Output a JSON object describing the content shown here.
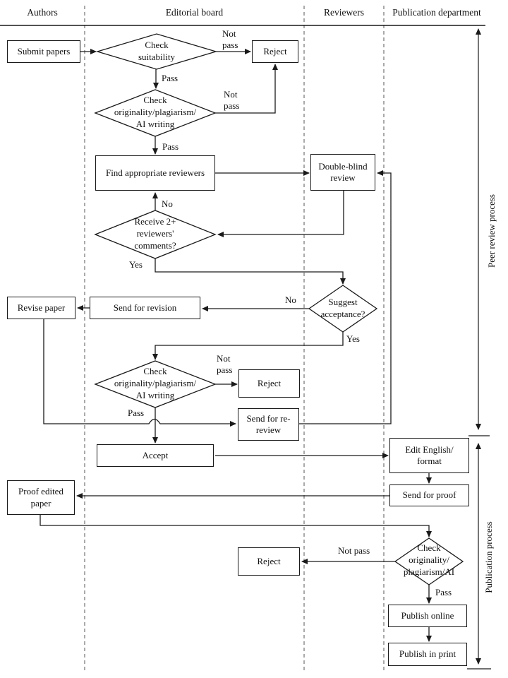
{
  "lanes": [
    {
      "label": "Authors"
    },
    {
      "label": "Editorial board"
    },
    {
      "label": "Reviewers"
    },
    {
      "label": "Publication department"
    }
  ],
  "nodes": {
    "submit_papers": "Submit papers",
    "reject_1": "Reject",
    "find_reviewers": "Find appropriate reviewers",
    "double_blind": "Double-blind\nreview",
    "revise_paper": "Revise paper",
    "send_revision": "Send for revision",
    "reject_2": "Reject",
    "send_rereview": "Send for re-\nreview",
    "accept": "Accept",
    "edit_english": "Edit English/\nformat",
    "send_proof": "Send for proof",
    "proof_edited": "Proof edited\npaper",
    "reject_3": "Reject",
    "publish_online": "Publish online",
    "publish_print": "Publish in print"
  },
  "decisions": {
    "check_suitability": "Check\nsuitability",
    "check_originality_1": "Check\noriginality/plagiarism/\nAI writing",
    "receive_comments": "Receive 2+\nreviewers'\ncomments?",
    "suggest_acceptance": "Suggest\nacceptance?",
    "check_originality_2": "Check\noriginality/plagiarism/\nAI writing",
    "check_originality_3": "Check\noriginality/\nplagiarism/AI"
  },
  "edge_labels": {
    "not_pass_1": "Not\npass",
    "pass_1": "Pass",
    "not_pass_2": "Not\npass",
    "pass_2": "Pass",
    "no_1": "No",
    "yes_1": "Yes",
    "no_2": "No",
    "yes_2": "Yes",
    "not_pass_3": "Not\npass",
    "pass_3": "Pass",
    "not_pass_4": "Not pass",
    "pass_4": "Pass"
  },
  "side_labels": {
    "peer_review_process": "Peer review process",
    "publication_process": "Publication process"
  },
  "colors": {
    "line": "#1a1a1a",
    "divider": "#555555",
    "background": "#ffffff"
  }
}
